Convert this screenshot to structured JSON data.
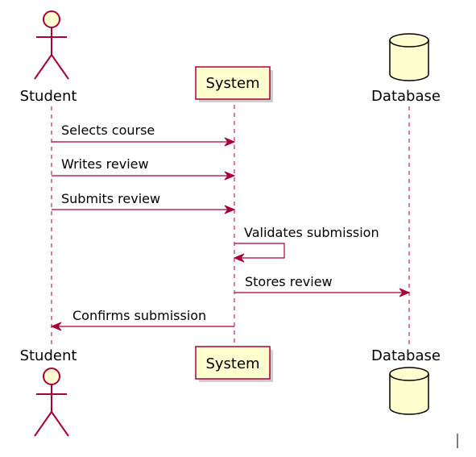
{
  "diagram": {
    "type": "sequence",
    "participants": [
      {
        "name": "Student",
        "kind": "actor"
      },
      {
        "name": "System",
        "kind": "participant"
      },
      {
        "name": "Database",
        "kind": "database"
      }
    ],
    "messages": [
      {
        "from": "Student",
        "to": "System",
        "label": "Selects course"
      },
      {
        "from": "Student",
        "to": "System",
        "label": "Writes review"
      },
      {
        "from": "Student",
        "to": "System",
        "label": "Submits review"
      },
      {
        "from": "System",
        "to": "System",
        "label": "Validates submission"
      },
      {
        "from": "System",
        "to": "Database",
        "label": "Stores review"
      },
      {
        "from": "System",
        "to": "Student",
        "label": "Confirms submission"
      }
    ]
  },
  "colors": {
    "line": "#A80036",
    "fill": "#FEFECE",
    "text": "#000000"
  }
}
